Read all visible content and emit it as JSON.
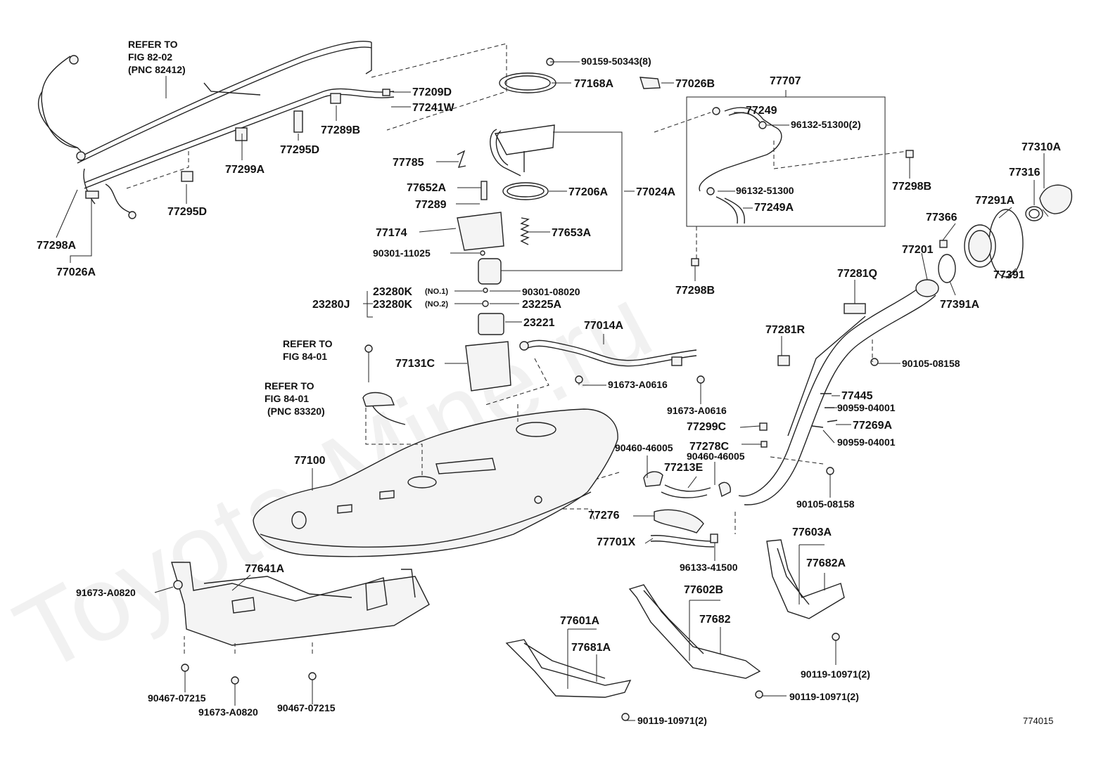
{
  "watermark": "Toyota-Mine.ru",
  "figure_code": "774015",
  "callouts": {
    "refer1": [
      "REFER TO",
      "FIG 82-02",
      "(PNC 82412)"
    ],
    "refer2": [
      "REFER TO",
      "FIG 84-01"
    ],
    "refer3": [
      "REFER TO",
      "FIG 84-01",
      "(PNC 83320)"
    ],
    "p90159": "90159-50343(8)",
    "p77168A": "77168A",
    "p77026B": "77026B",
    "p77707": "77707",
    "p77209D": "77209D",
    "p77241W": "77241W",
    "p77289B": "77289B",
    "p77295D_1": "77295D",
    "p77299A": "77299A",
    "p77295D_2": "77295D",
    "p77298A": "77298A",
    "p77026A": "77026A",
    "p77785": "77785",
    "p77652A": "77652A",
    "p77289": "77289",
    "p77206A": "77206A",
    "p77024A": "77024A",
    "p77174": "77174",
    "p77653A": "77653A",
    "p90301_11025": "90301-11025",
    "p23280K_1": "23280K",
    "no1": "(NO.1)",
    "p90301_08020": "90301-08020",
    "p23280J": "23280J",
    "p23280K_2": "23280K",
    "no2": "(NO.2)",
    "p23225A": "23225A",
    "p23221": "23221",
    "p77131C": "77131C",
    "p77014A": "77014A",
    "p91673_A0616_1": "91673-A0616",
    "p91673_A0616_2": "91673-A0616",
    "p77249": "77249",
    "p96132_2": "96132-51300(2)",
    "p96132": "96132-51300",
    "p77249A": "77249A",
    "p77298B_1": "77298B",
    "p77298B_2": "77298B",
    "p77310A": "77310A",
    "p77316": "77316",
    "p77291A": "77291A",
    "p77366": "77366",
    "p77201": "77201",
    "p77391": "77391",
    "p77391A": "77391A",
    "p77281Q": "77281Q",
    "p77281R": "77281R",
    "p90105_1": "90105-08158",
    "p77445": "77445",
    "p90959_1": "90959-04001",
    "p77299C": "77299C",
    "p77269A": "77269A",
    "p90460_1": "90460-46005",
    "p77278C": "77278C",
    "p90959_2": "90959-04001",
    "p90460_2": "90460-46005",
    "p77213E": "77213E",
    "p90105_2": "90105-08158",
    "p77100": "77100",
    "p77276": "77276",
    "p77701X": "77701X",
    "p96133": "96133-41500",
    "p77603A": "77603A",
    "p77682A": "77682A",
    "p77641A": "77641A",
    "p91673_A0820_1": "91673-A0820",
    "p77602B": "77602B",
    "p77682": "77682",
    "p77601A": "77601A",
    "p77681A": "77681A",
    "p90119_1": "90119-10971(2)",
    "p90119_2": "90119-10971(2)",
    "p90119_3": "90119-10971(2)",
    "p90467_1": "90467-07215",
    "p91673_A0820_2": "91673-A0820",
    "p90467_2": "90467-07215"
  }
}
